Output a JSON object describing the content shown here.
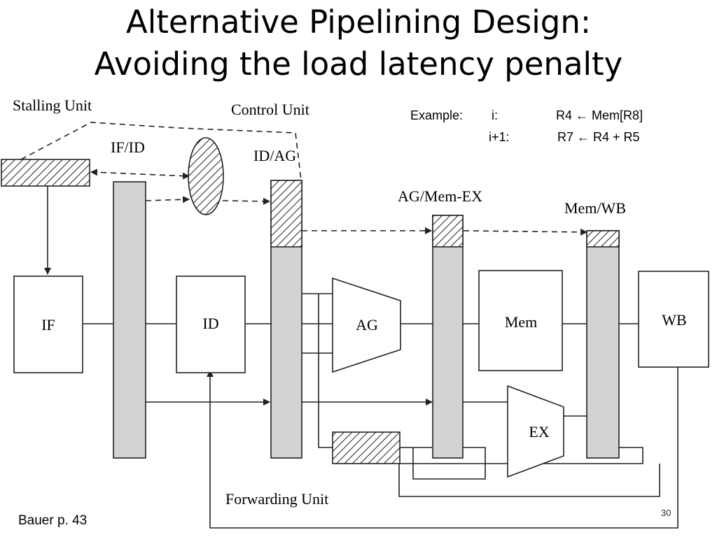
{
  "slide": {
    "title_line1": "Alternative Pipelining Design:",
    "title_line2": "Avoiding the load latency penalty",
    "source": "Bauer p. 43",
    "page_number": "30"
  },
  "example": {
    "label": "Example:",
    "rows": [
      {
        "index": "i:",
        "instruction": "R4 ← Mem[R8]"
      },
      {
        "index": "i+1:",
        "instruction": "R7 ← R4 + R5"
      }
    ]
  },
  "diagram": {
    "units": {
      "stalling": "Stalling Unit",
      "control": "Control Unit",
      "forwarding": "Forwarding Unit"
    },
    "latches": {
      "if_id": "IF/ID",
      "id_ag": "ID/AG",
      "ag_mem_ex": "AG/Mem-EX",
      "mem_wb": "Mem/WB"
    },
    "stages": {
      "if": "IF",
      "id": "ID",
      "ag": "AG",
      "mem": "Mem",
      "ex": "EX",
      "wb": "WB"
    },
    "colors": {
      "latch_fill": "#d3d3d3",
      "line": "#222222"
    }
  }
}
